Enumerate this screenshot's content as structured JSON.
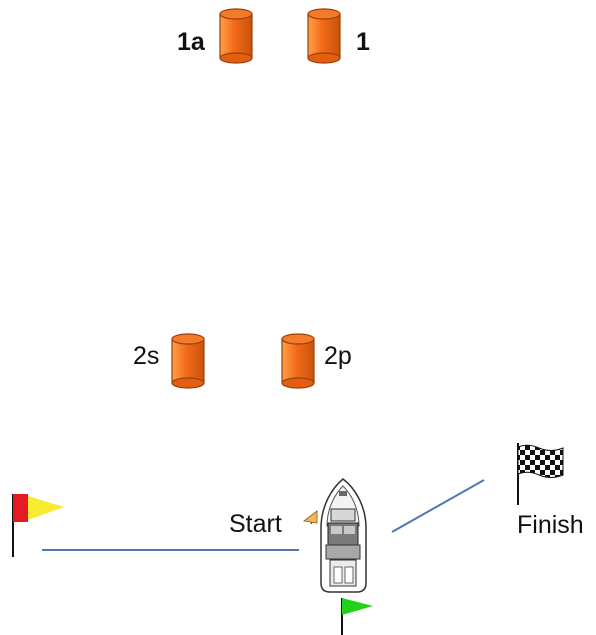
{
  "marks": {
    "buoy_1a": "1a",
    "buoy_1": "1",
    "buoy_2s": "2s",
    "buoy_2p": "2p",
    "start": "Start",
    "finish": "Finish"
  },
  "colors": {
    "buoy_orange": "#f26a17",
    "buoy_dark": "#b84a0c",
    "line_blue": "#4f78b0",
    "flag_red": "#e31b23",
    "flag_yellow": "#f7ec32",
    "flag_green": "#22d21a"
  }
}
